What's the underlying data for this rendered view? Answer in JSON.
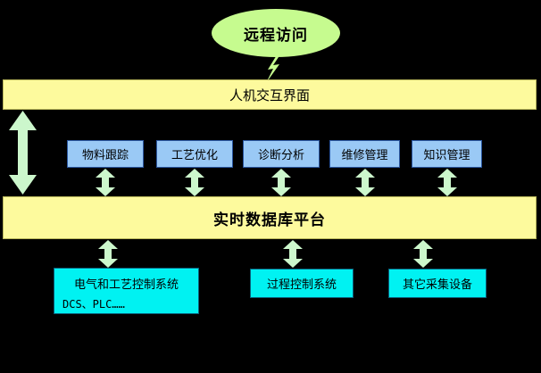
{
  "diagram": {
    "title_node": {
      "label": "远程访问",
      "shape": "ellipse",
      "color": "#c6fb8f"
    },
    "connector_bolt": {
      "name": "lightning-bolt",
      "color": "#c6fb8f"
    },
    "hmi_bar": {
      "label": "人机交互界面",
      "color": "#fdfa9d"
    },
    "db_bar": {
      "label": "实时数据库平台",
      "color": "#fdfa9d"
    },
    "app_boxes": [
      {
        "label": "物料跟踪"
      },
      {
        "label": "工艺优化"
      },
      {
        "label": "诊断分析"
      },
      {
        "label": "维修管理"
      },
      {
        "label": "知识管理"
      }
    ],
    "app_box_color": "#9ac9f5",
    "source_boxes": [
      {
        "line1": "电气和工艺控制系统",
        "line2": "DCS、PLC……"
      },
      {
        "line1": "过程控制系统",
        "line2": ""
      },
      {
        "line1": "其它采集设备",
        "line2": ""
      }
    ],
    "source_box_color": "#00f2f2",
    "arrow_color": "#ccf7cc",
    "background_color": "#000000"
  }
}
